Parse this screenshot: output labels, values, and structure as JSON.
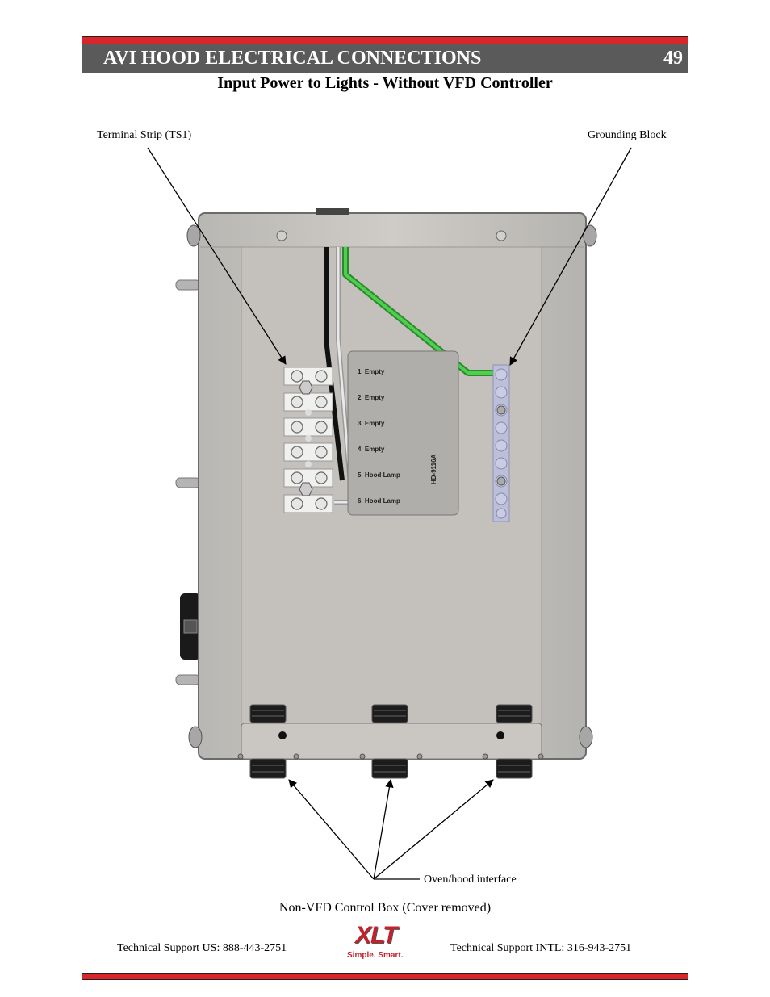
{
  "header": {
    "title": "AVI HOOD ELECTRICAL CONNECTIONS",
    "page_number": "49",
    "accent_color": "#d8262b"
  },
  "subtitle": "Input Power to Lights - Without VFD Controller",
  "callouts": {
    "terminal_strip": "Terminal Strip (TS1)",
    "grounding_block": "Grounding Block",
    "oven_hood_interface": "Oven/hood interface"
  },
  "board": {
    "model": "HD-9116A",
    "terminals": [
      {
        "num": "1",
        "label": "Empty"
      },
      {
        "num": "2",
        "label": "Empty"
      },
      {
        "num": "3",
        "label": "Empty"
      },
      {
        "num": "4",
        "label": "Empty"
      },
      {
        "num": "5",
        "label": "Hood Lamp"
      },
      {
        "num": "6",
        "label": "Hood Lamp"
      }
    ]
  },
  "caption": "Non-VFD Control Box (Cover removed)",
  "footer": {
    "support_us": "Technical Support  US:  888-443-2751",
    "support_intl": "Technical Support  INTL:  316-943-2751",
    "logo_text": "XLT",
    "logo_tagline": "Simple. Smart.",
    "logo_color": "#c8202a"
  }
}
